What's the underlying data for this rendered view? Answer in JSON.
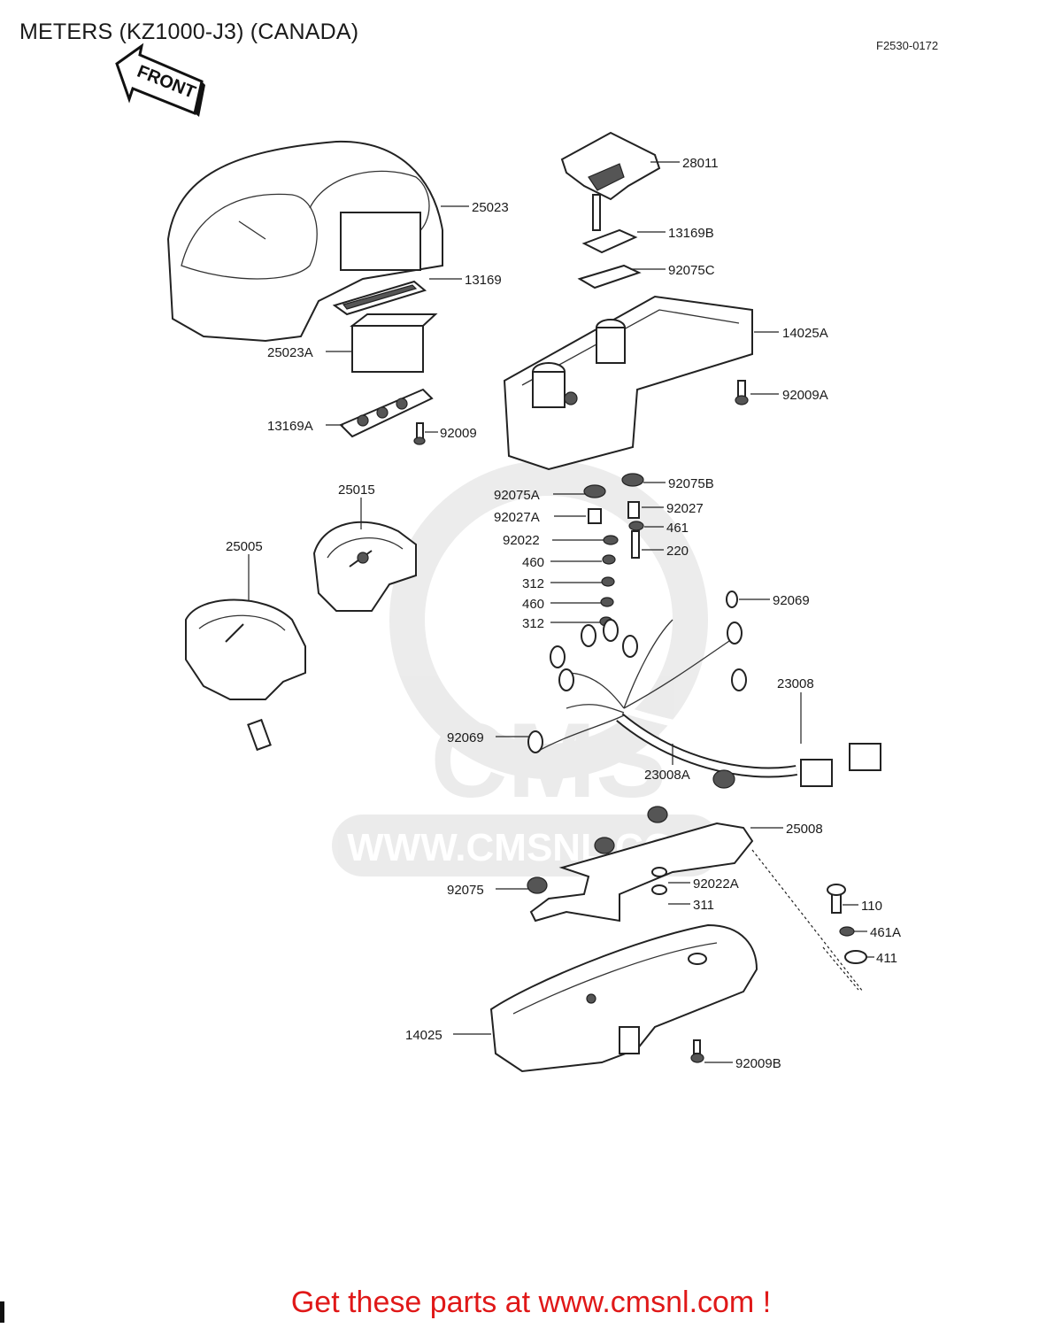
{
  "header": {
    "title": "METERS (KZ1000-J3) (CANADA)",
    "diagram_code": "F2530-0172"
  },
  "front_arrow": {
    "label": "FRONT"
  },
  "watermark": {
    "text": "WWW.CMSNL.COM",
    "logo_text": "CMS"
  },
  "footer": {
    "cta": "Get these parts at www.cmsnl.com !"
  },
  "parts": [
    "28011",
    "25023",
    "13169B",
    "92075C",
    "13169",
    "14025A",
    "25023A",
    "92009A",
    "13169A",
    "92009",
    "25015",
    "92075A",
    "92075B",
    "92027A",
    "92027",
    "461",
    "92022",
    "220",
    "25005",
    "460",
    "312",
    "460",
    "312",
    "92069",
    "23008",
    "92069",
    "23008A",
    "25008",
    "92075",
    "92022A",
    "110",
    "311",
    "461A",
    "411",
    "14025",
    "92009B"
  ]
}
